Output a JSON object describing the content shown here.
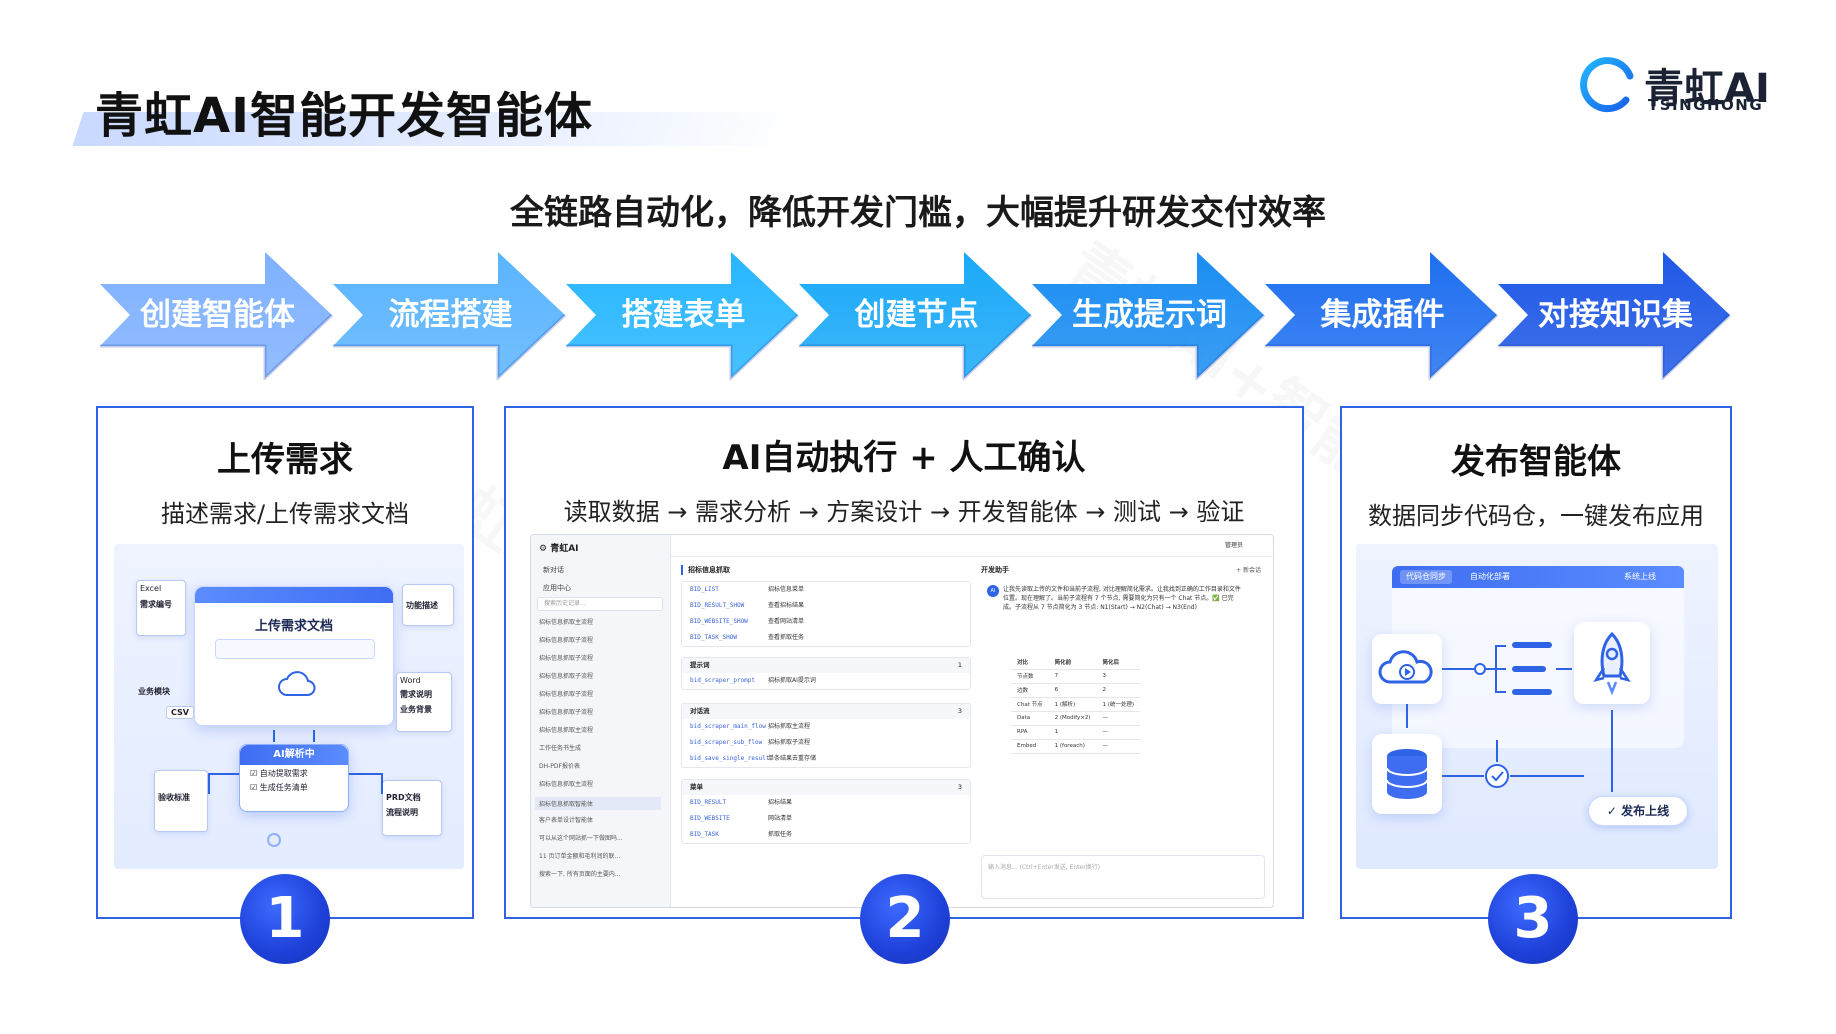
{
  "title": "青虹AI智能开发智能体",
  "logo": {
    "cn": "青虹AI",
    "en": "TSINGHONG"
  },
  "subtitle": "全链路自动化，降低开发门槛，大幅提升研发交付效率",
  "steps": [
    "创建智能体",
    "流程搭建",
    "搭建表单",
    "创建节点",
    "生成提示词",
    "集成插件",
    "对接知识集"
  ],
  "step_colors": [
    "#7fb1ff",
    "#5ab4ff",
    "#27b6ff",
    "#1aa9f8",
    "#1a8df2",
    "#1f6ff0",
    "#1f58e6"
  ],
  "watermark": "青虹AI+智能体",
  "panel1": {
    "title": "上传需求",
    "desc": "描述需求/上传需求文档",
    "badge": "1",
    "illus": {
      "window_title": "上传需求文档",
      "doc_excel": "Excel",
      "doc_excel_sub": "需求编号",
      "doc_func": "功能描述",
      "doc_word": "Word",
      "doc_word_sub1": "需求说明",
      "doc_word_sub2": "业务背景",
      "tag_module": "业务模块",
      "tag_csv": "CSV",
      "doc_accept": "验收标准",
      "doc_prd": "PRD文档",
      "doc_prd_sub": "流程说明",
      "box_head": "AI解析中",
      "box_row1": "自动提取需求",
      "box_row2": "生成任务清单"
    }
  },
  "panel2": {
    "title": "AI自动执行 + 人工确认",
    "desc": "读取数据 → 需求分析 →  方案设计 →  开发智能体 → 测试  → 验证",
    "badge": "2",
    "shot": {
      "brand": "青虹AI",
      "nav": [
        "新对话",
        "应用中心"
      ],
      "search_ph": "搜索历史记录...",
      "history": [
        "招标信息抓取主流程",
        "招标信息抓取子流程",
        "招标信息抓取子流程",
        "招标信息抓取子流程",
        "招标信息抓取子流程",
        "招标信息抓取子流程",
        "招标信息抓取主流程",
        "工作任务书生成",
        "DH-PDF报价表",
        "招标信息抓取主流程",
        "招标信息抓取智能体",
        "客户表单设计智能体",
        "可以从这个网站抓一下做图吗...",
        "11 页订单金额和毛利润的联...",
        "搜索一下, 所有页面的主要内..."
      ],
      "active_index": 10,
      "top_user": "管理员",
      "mid_title": "招标信息抓取",
      "card1": [
        [
          "BID_LIST",
          "招标信息菜单"
        ],
        [
          "BID_RESULT_SHOW",
          "查看招标结果"
        ],
        [
          "BID_WEBSITE_SHOW",
          "查看网站清单"
        ],
        [
          "BID_TASK_SHOW",
          "查看抓取任务"
        ]
      ],
      "card2_title": "提示词",
      "card2_count": "1",
      "card2": [
        [
          "bid_scraper_prompt",
          "招标抓取AI提示词"
        ]
      ],
      "card3_title": "对话流",
      "card3_count": "3",
      "card3": [
        [
          "bid_scraper_main_flow",
          "招标抓取主流程"
        ],
        [
          "bid_scraper_sub_flow",
          "招标抓取子流程"
        ],
        [
          "bid_save_single_result",
          "单条结果去重存储"
        ]
      ],
      "card4_title": "菜单",
      "card4_count": "3",
      "card4": [
        [
          "BID_RESULT",
          "招标结果"
        ],
        [
          "BID_WEBSITE",
          "网站清单"
        ],
        [
          "BID_TASK",
          "抓取任务"
        ]
      ],
      "right_title": "开发助手",
      "right_new": "+ 新会话",
      "ai_badge": "AI",
      "msg": "让我先读取上传的文件和当前子流程, 对比理解简化需求。让我找到正确的工作目录和文件位置。现在理解了。当前子流程有 7 个节点, 需要简化为只有一个 Chat 节点。✅ 已完成。子流程从 7 节点简化为 3 节点: N1(Start) → N2(Chat) → N3(End)",
      "table_head": [
        "对比",
        "简化前",
        "简化后"
      ],
      "table_rows": [
        [
          "节点数",
          "7",
          "3"
        ],
        [
          "边数",
          "6",
          "2"
        ],
        [
          "Chat 节点",
          "1 (解析)",
          "1 (统一处理)"
        ],
        [
          "Data",
          "2 (Modify×2)",
          "—"
        ],
        [
          "RPA",
          "1",
          "—"
        ],
        [
          "Embed",
          "1 (foreach)",
          "—"
        ]
      ],
      "input_ph": "输入消息... (Ctrl+Enter发送, Enter换行)"
    }
  },
  "panel3": {
    "title": "发布智能体",
    "desc": "数据同步代码仓，一键发布应用",
    "badge": "3",
    "illus": {
      "tab1": "代码仓同步",
      "tab2": "自动化部署",
      "tab3": "系统上线",
      "publish": "发布上线"
    }
  }
}
